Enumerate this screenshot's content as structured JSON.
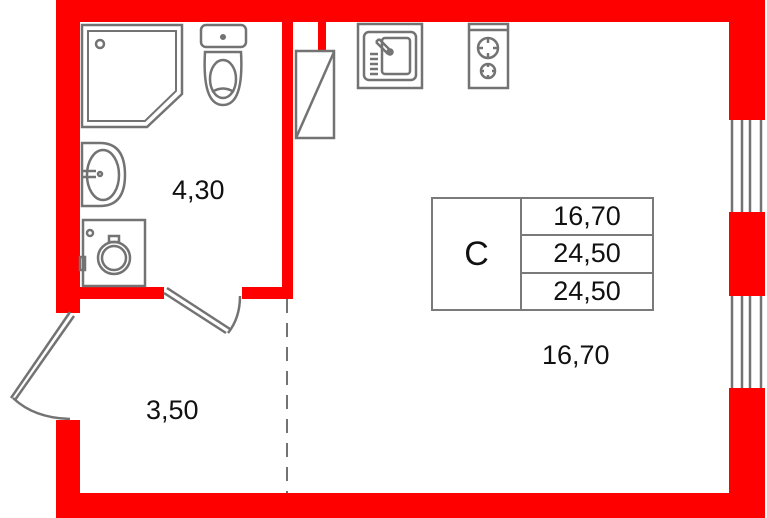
{
  "plan": {
    "wall_color": "#ff0000",
    "fixture_color": "#737373",
    "rooms": [
      {
        "id": "bathroom",
        "area": "4,30"
      },
      {
        "id": "hallway",
        "area": "3,50"
      },
      {
        "id": "studio",
        "area": "16,70"
      }
    ],
    "fixtures": [
      "shower-cabin",
      "toilet",
      "washbasin",
      "washing-machine",
      "fridge",
      "kitchen-sink",
      "cooktop",
      "window",
      "window",
      "entry-door",
      "bathroom-door"
    ]
  },
  "legend": {
    "type": "С",
    "living_area": "16,70",
    "total_area": "24,50",
    "total_area_with_balcony": "24,50"
  }
}
